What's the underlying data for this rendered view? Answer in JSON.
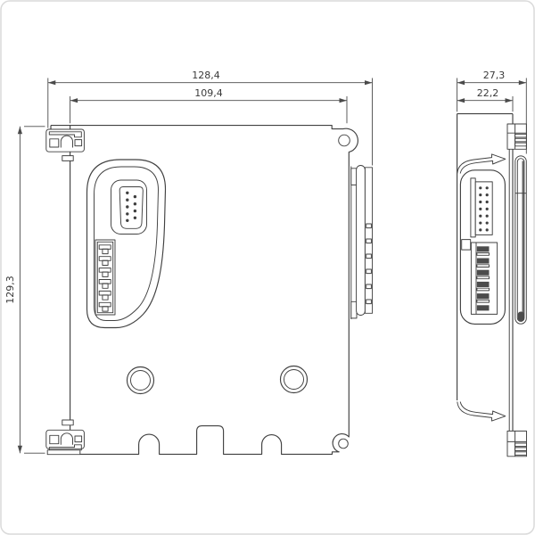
{
  "meta": {
    "drawing_kind": "two-view dimensioned engineering drawing of DIN-rail electronics module",
    "background_color": "#ffffff",
    "line_color": "#414141",
    "accent_fill": "#4c4c4c"
  },
  "views": {
    "front": {
      "features": {
        "dsub_connector": {
          "pins_left_column": 5,
          "pins_right_column": 4,
          "pins_total": 9
        },
        "terminal_block": {
          "slots": 6
        },
        "mounting_holes": 2,
        "din_feet": 2,
        "bus_connector_rungs": 6,
        "corner_holes": 2
      }
    },
    "side": {
      "features": {
        "idc_connector": {
          "columns": 2,
          "rows": 7,
          "pins_total": 14
        },
        "terminal_block_rungs": 6,
        "latch_clips": 2,
        "rail_clamp_blocks": 2
      }
    }
  },
  "dimensions": {
    "front_overall_width": {
      "label": "128,4"
    },
    "front_housing_width": {
      "label": "109,4"
    },
    "overall_height": {
      "label": "129,3"
    },
    "side_overall_depth": {
      "label": "27,3"
    },
    "side_body_depth": {
      "label": "22,2"
    }
  }
}
